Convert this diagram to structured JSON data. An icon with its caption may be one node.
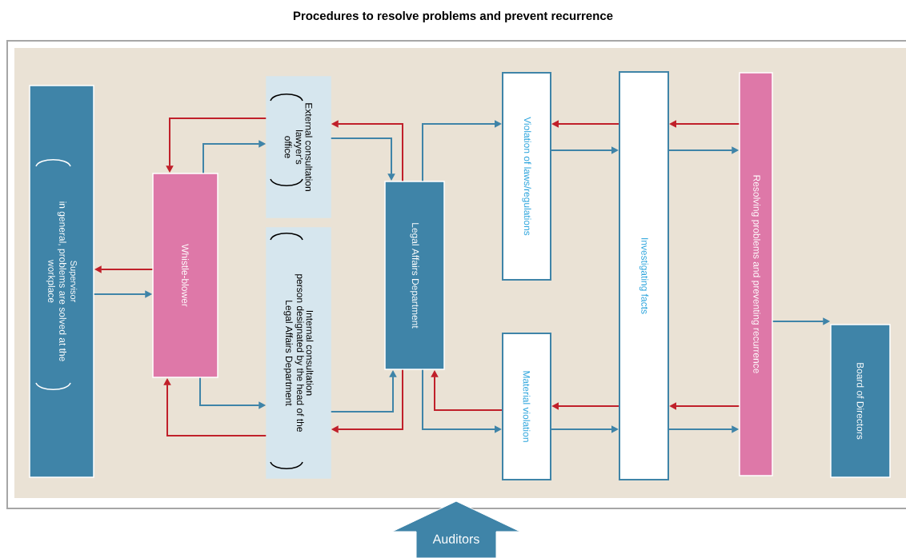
{
  "diagram": {
    "title": "Procedures to resolve problems and prevent recurrence",
    "nodes": [
      {
        "text": [
          "Supervisor",
          "in general, problems are solved at the workplace"
        ]
      },
      {
        "text": [
          "Whistle-blower"
        ]
      },
      {
        "text": [
          "External consultation",
          "lawyer’s office"
        ]
      },
      {
        "text": [
          "Internal consultation",
          "person designated by the head of the Legal Affairs Department"
        ]
      },
      {
        "text": [
          "Legal Affairs Department"
        ]
      },
      {
        "text": [
          "Violation of laws/regulations"
        ]
      },
      {
        "text": [
          "Material violation"
        ]
      },
      {
        "text": [
          "Investigating facts"
        ]
      },
      {
        "text": [
          "Resolving problems and preventing recurrence"
        ]
      },
      {
        "text": [
          "Board of Directors"
        ]
      },
      {
        "text": [
          "Auditors"
        ]
      }
    ],
    "edges": [
      {
        "from": 1,
        "to": 0,
        "arrow": "to",
        "color": "#c0202a"
      },
      {
        "from": 0,
        "to": 1,
        "arrow": "to"
      },
      {
        "from": 2,
        "to": 1,
        "arrow": "to",
        "color": "#c0202a"
      },
      {
        "from": 1,
        "to": 2,
        "arrow": "to"
      },
      {
        "from": 2,
        "to": 4,
        "arrow": "to"
      },
      {
        "from": 4,
        "to": 2,
        "arrow": "to",
        "color": "#c0202a"
      },
      {
        "from": 1,
        "to": 3,
        "arrow": "to"
      },
      {
        "from": 3,
        "to": 1,
        "arrow": "to",
        "color": "#c0202a"
      },
      {
        "from": 3,
        "to": 4,
        "arrow": "to"
      },
      {
        "from": 4,
        "to": 3,
        "arrow": "to",
        "color": "#c0202a"
      },
      {
        "from": 4,
        "to": 5,
        "arrow": "to"
      },
      {
        "from": 4,
        "to": 6,
        "arrow": "to"
      },
      {
        "from": 6,
        "to": 4,
        "arrow": "to",
        "color": "#c0202a"
      },
      {
        "from": 5,
        "to": 7,
        "arrow": "to"
      },
      {
        "from": 7,
        "to": 5,
        "arrow": "to",
        "color": "#c0202a"
      },
      {
        "from": 6,
        "to": 7,
        "arrow": "to"
      },
      {
        "from": 7,
        "to": 6,
        "arrow": "to",
        "color": "#c0202a"
      },
      {
        "from": 7,
        "to": 8,
        "arrow": "to"
      },
      {
        "from": 7,
        "to": 8,
        "arrow": "to"
      },
      {
        "from": 8,
        "to": 7,
        "arrow": "to",
        "color": "#c0202a"
      },
      {
        "from": 8,
        "to": 7,
        "arrow": "to",
        "color": "#c0202a"
      },
      {
        "from": 8,
        "to": 9,
        "arrow": "to"
      }
    ]
  }
}
